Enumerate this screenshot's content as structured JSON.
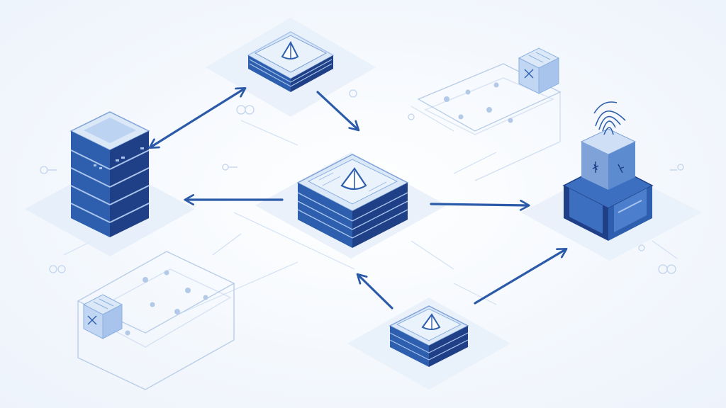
{
  "diagram": {
    "style": "isometric-network",
    "palette": {
      "primary": "#2d5fae",
      "dark": "#1f3f86",
      "mid": "#3d6fc0",
      "light": "#a9c4ec",
      "pale": "#dbe8f8",
      "line": "#c9d9ee",
      "arrow": "#2a5aa8"
    },
    "nodes": [
      {
        "id": "server-tower",
        "kind": "server-rack",
        "icon": "server-icon"
      },
      {
        "id": "central-hub",
        "kind": "stacked-platform",
        "icon": "shield-icon"
      },
      {
        "id": "top-node",
        "kind": "stacked-platform",
        "icon": "shield-icon"
      },
      {
        "id": "bottom-node",
        "kind": "stacked-platform",
        "icon": "shield-icon"
      },
      {
        "id": "secure-vault",
        "kind": "vault-box",
        "icon": "fingerprint-icon"
      },
      {
        "id": "data-cube-top",
        "kind": "small-cube",
        "icon": "cube-icon"
      },
      {
        "id": "data-cube-bottom",
        "kind": "small-cube",
        "icon": "cube-icon"
      }
    ],
    "connections": [
      {
        "from": "top-node",
        "to": "server-tower",
        "direction": "bidirectional"
      },
      {
        "from": "top-node",
        "to": "central-hub",
        "direction": "forward"
      },
      {
        "from": "central-hub",
        "to": "server-tower",
        "direction": "forward"
      },
      {
        "from": "central-hub",
        "to": "secure-vault",
        "direction": "forward"
      },
      {
        "from": "bottom-node",
        "to": "central-hub",
        "direction": "forward"
      },
      {
        "from": "bottom-node",
        "to": "secure-vault",
        "direction": "forward"
      }
    ]
  }
}
